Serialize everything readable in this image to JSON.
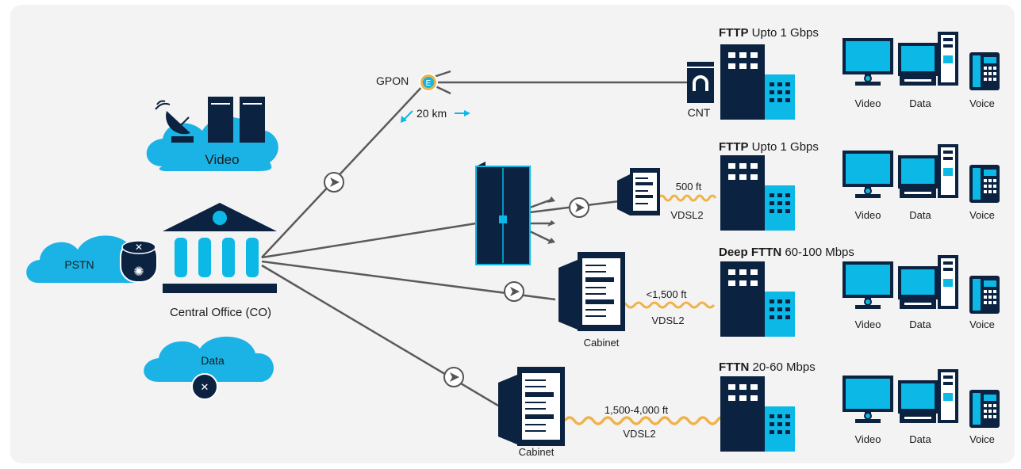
{
  "colors": {
    "panel": "#f3f3f3",
    "navy": "#0b2240",
    "cyan": "#0cb8e6",
    "cloud": "#1bb3e6",
    "link": "#555555",
    "copper": "#f0b24a"
  },
  "clouds": {
    "video": "Video",
    "pstn": "PSTN",
    "data": "Data"
  },
  "central_office": "Central Office (CO)",
  "gpon": {
    "label": "GPON",
    "splitter_glyph": "E",
    "distance": "20 km"
  },
  "cnt": "CNT",
  "rows": [
    {
      "tech": "FTTP",
      "speed": " Upto 1 Gbps",
      "devices": [
        "Video",
        "Data",
        "Voice"
      ]
    },
    {
      "tech": "FTTP",
      "speed": " Upto 1 Gbps",
      "copper_length": "500 ft",
      "copper_type": "VDSL2",
      "devices": [
        "Video",
        "Data",
        "Voice"
      ]
    },
    {
      "tech": "Deep FTTN",
      "speed": " 60-100 Mbps",
      "copper_length": "<1,500 ft",
      "copper_type": "VDSL2",
      "cabinet": "Cabinet",
      "devices": [
        "Video",
        "Data",
        "Voice"
      ]
    },
    {
      "tech": "FTTN",
      "speed": " 20-60 Mbps",
      "copper_length": "1,500-4,000 ft",
      "copper_type": "VDSL2",
      "cabinet": "Cabinet",
      "devices": [
        "Video",
        "Data",
        "Voice"
      ]
    }
  ]
}
